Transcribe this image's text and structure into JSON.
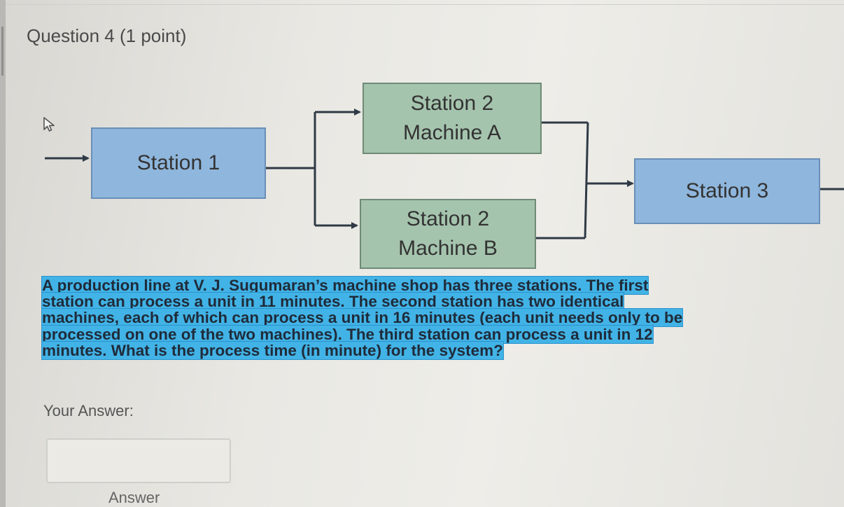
{
  "question": {
    "title": "Question 4 (1 point)"
  },
  "diagram": {
    "station1": "Station 1",
    "station2a_line1": "Station 2",
    "station2a_line2": "Machine A",
    "station2b_line1": "Station 2",
    "station2b_line2": "Machine B",
    "station3": "Station 3"
  },
  "body": {
    "lines": [
      "A production line at V. J. Sugumaran’s machine shop has three stations. The first",
      "station can process a unit in 11 minutes. The second station has two identical",
      "machines, each of which can process a unit in 16 minutes (each unit needs only to be",
      "processed on one of the two machines). The third station can process a unit in 12",
      "minutes. What is the process time (in minute) for the system?"
    ]
  },
  "answer": {
    "label": "Your Answer:",
    "value": "",
    "caption": "Answer"
  },
  "colors": {
    "station_blue": "#8fb6dc",
    "station_green": "#a5c4ae",
    "highlight": "#42b3e6"
  },
  "icons": {
    "cursor": "mouse-pointer-icon"
  }
}
